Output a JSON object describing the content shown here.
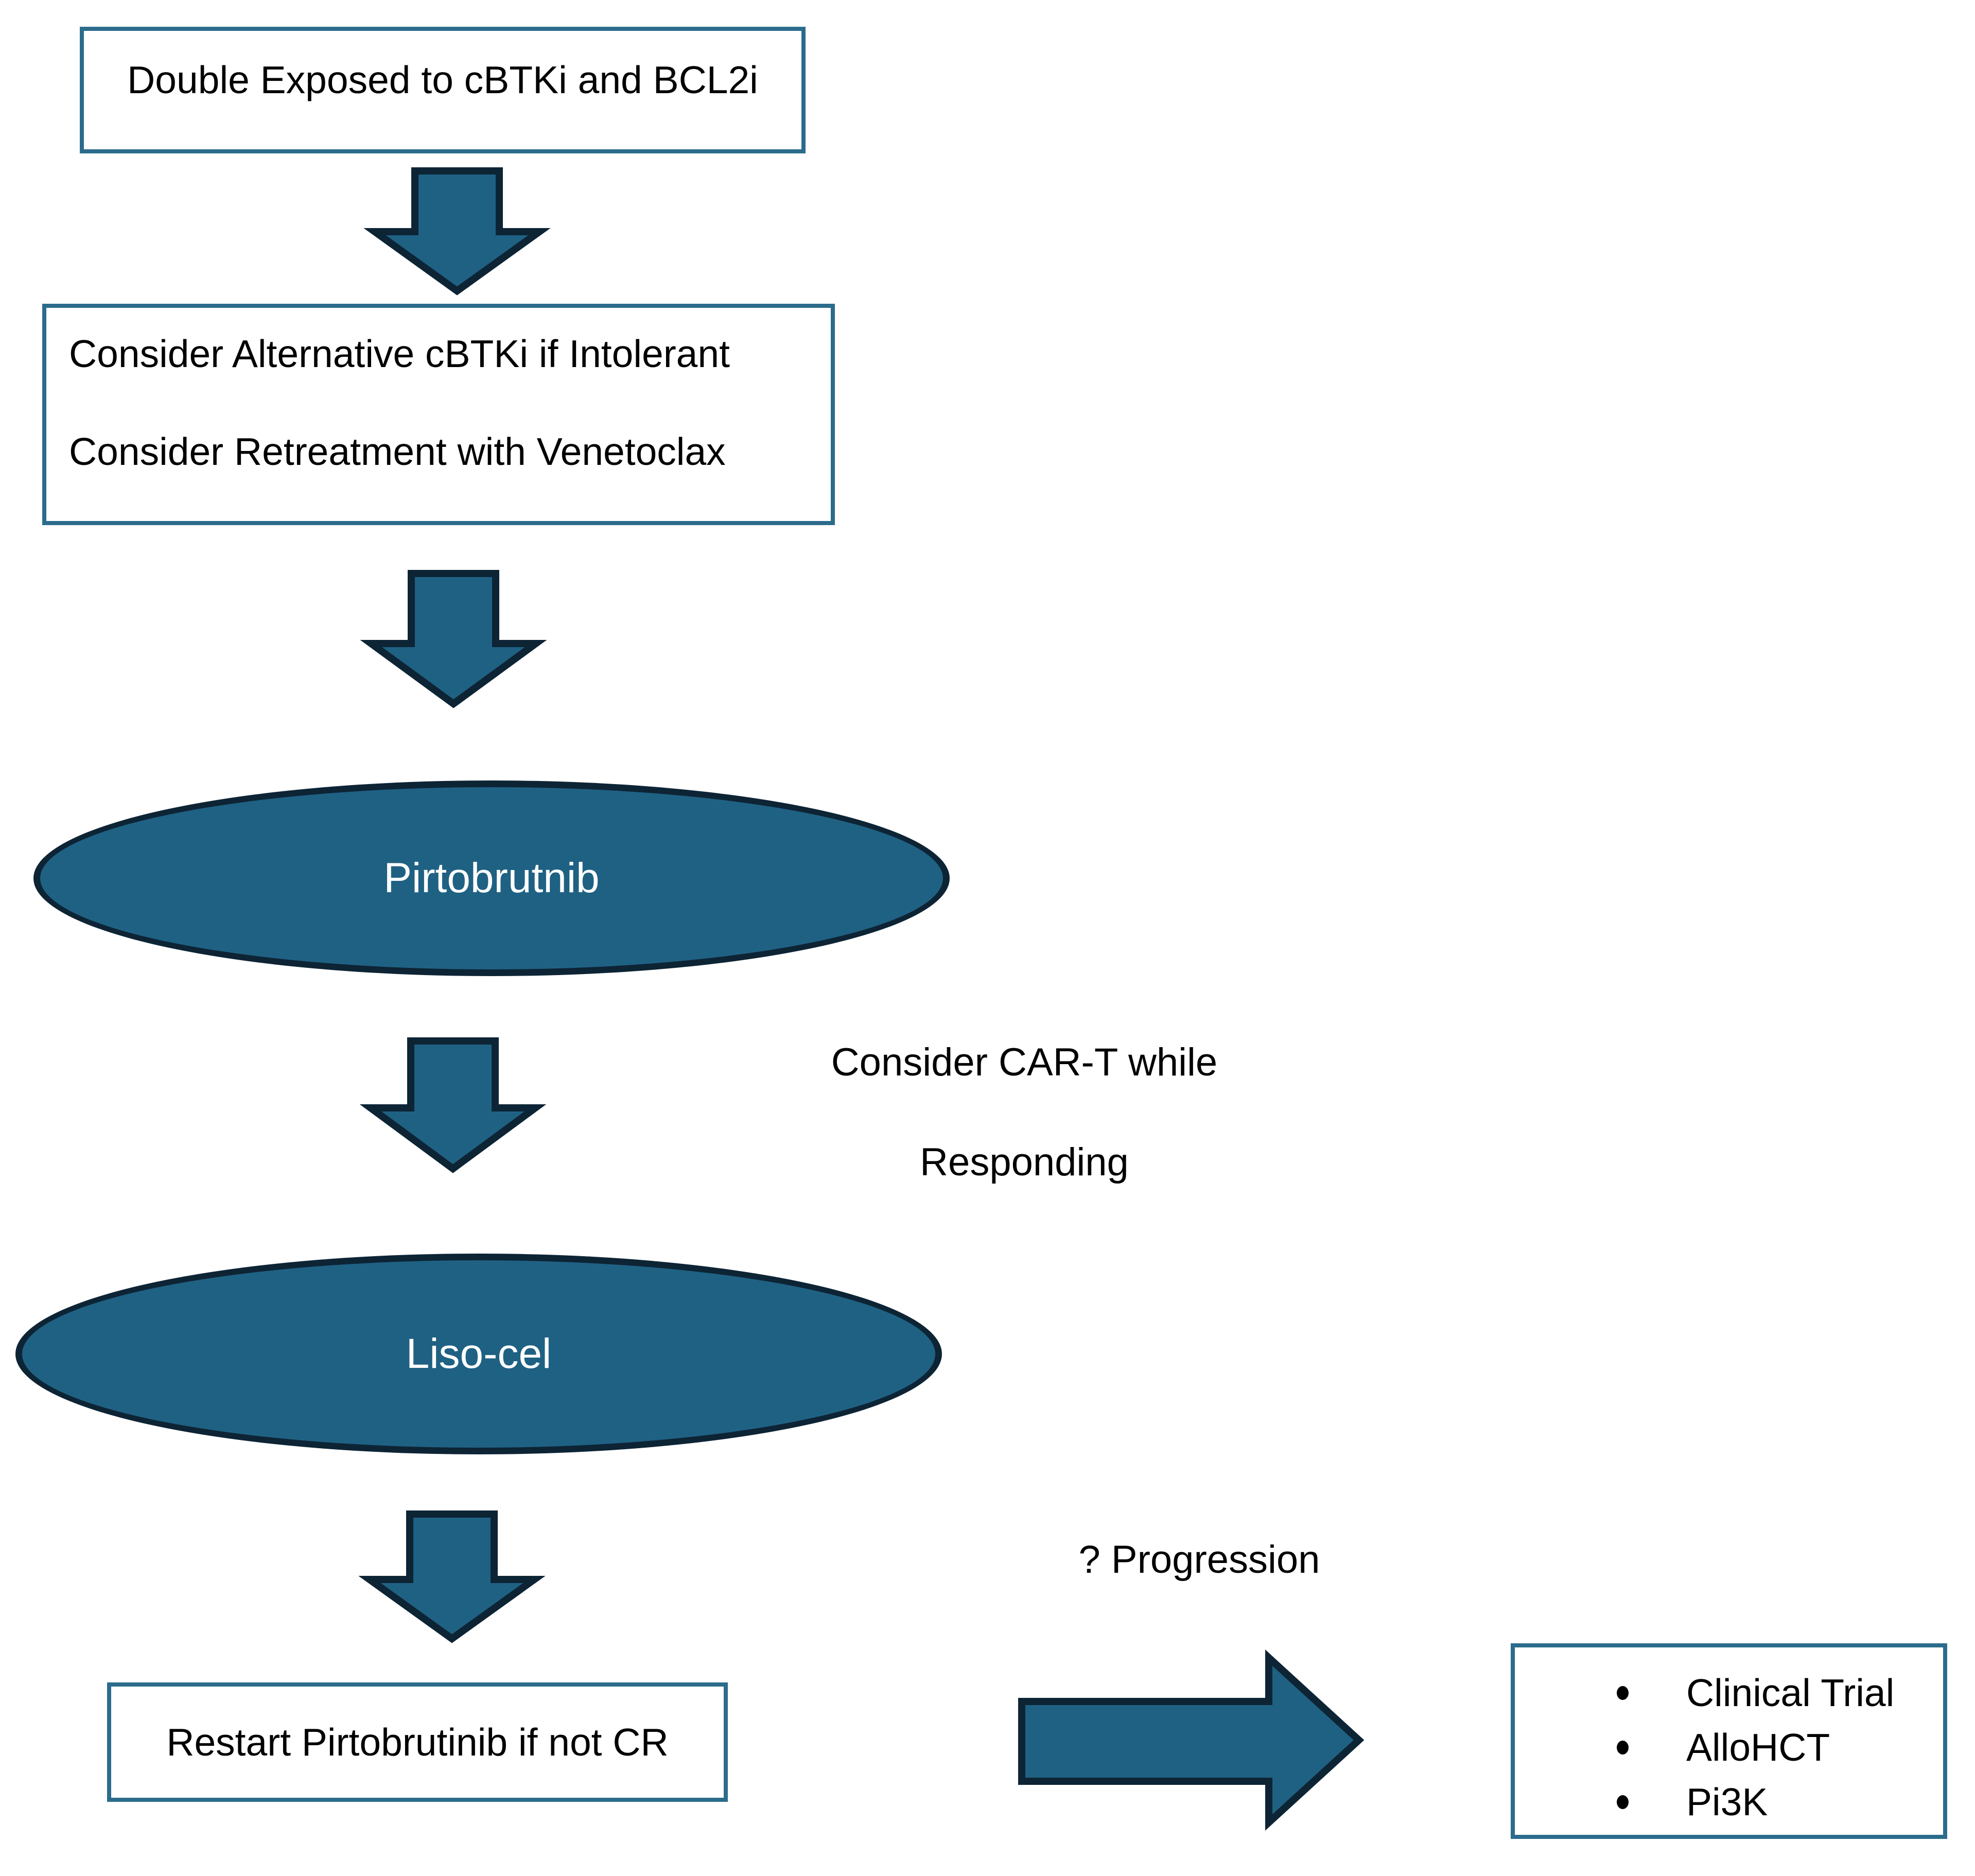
{
  "title": "CLL double-exposed treatment sequencing flowchart",
  "colors": {
    "shape_fill": "#1F6183",
    "shape_border": "#0D2435",
    "box_border": "#2B6C8C",
    "text_color": "#000000",
    "ellipse_text": "#FFFFFF",
    "bg": "#FFFFFF"
  },
  "nodes": {
    "start_box": {
      "label": "Double Exposed to cBTKi and BCL2i"
    },
    "consider_box": {
      "line1": "Consider Alternative cBTKi if Intolerant",
      "line2": "Consider Retreatment with Venetoclax"
    },
    "pirtobrutinib_ellipse": {
      "label": "Pirtobrutnib"
    },
    "lisocel_ellipse": {
      "label": "Liso-cel"
    },
    "restart_box": {
      "label": "Restart Pirtobrutinib if not CR"
    },
    "options_box": {
      "items": [
        "Clinical Trial",
        "AlloHCT",
        "Pi3K"
      ]
    }
  },
  "annotations": {
    "cart": {
      "line1": "Consider CAR-T while",
      "line2": "Responding"
    },
    "progression": {
      "label": "? Progression"
    }
  },
  "icons": {
    "down_arrow": "block-arrow-down",
    "right_arrow": "block-arrow-right",
    "bullet": "bullet-dot"
  }
}
